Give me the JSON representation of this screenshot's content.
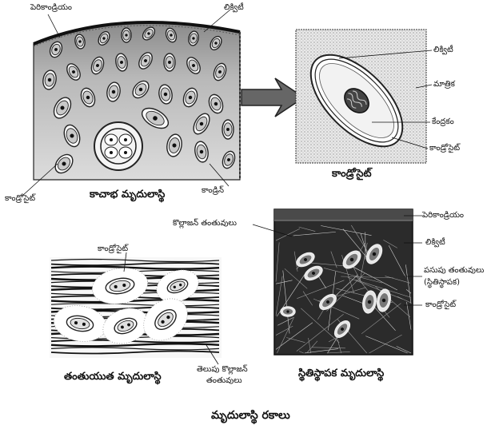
{
  "hyaline": {
    "caption": "కాచాభ మృదులాస్థి",
    "labels": {
      "perichondrium": "పెరికాండ్రియం",
      "lacuna": "లిక్విటీ",
      "chondrocyte": "కాండ్రోసైట్",
      "chondrin": "కాండ్రిన్"
    }
  },
  "chondrocyte_detail": {
    "caption": "కాండ్రోసైట్",
    "labels": {
      "lacuna": "లిక్విటీ",
      "matrix": "మాత్రిక",
      "nucleus": "కేంద్రకం",
      "chondrocyte": "కాండ్రోసైట్"
    }
  },
  "elastic": {
    "caption": "స్థితిస్థాపక మృదులాస్థి",
    "labels": {
      "collagen": "కొల్లాజన్ తంతువులు",
      "perichondrium": "పెరికాండ్రియం",
      "lacuna": "లిక్విటీ",
      "yellow_fibers_1": "పసుపు తంతువులు",
      "yellow_fibers_2": "(స్థితిస్థాపక)",
      "chondrocyte": "కాండ్రోసైట్"
    }
  },
  "fibrous": {
    "caption": "తంతుయుత మృదులాస్థి",
    "labels": {
      "chondrocyte": "కాండ్రోసైట్",
      "white_collagen_1": "తెలుపు కొల్లాజన్",
      "white_collagen_2": "తంతువులు"
    }
  },
  "title": "మృదులాస్థి రకాలు"
}
